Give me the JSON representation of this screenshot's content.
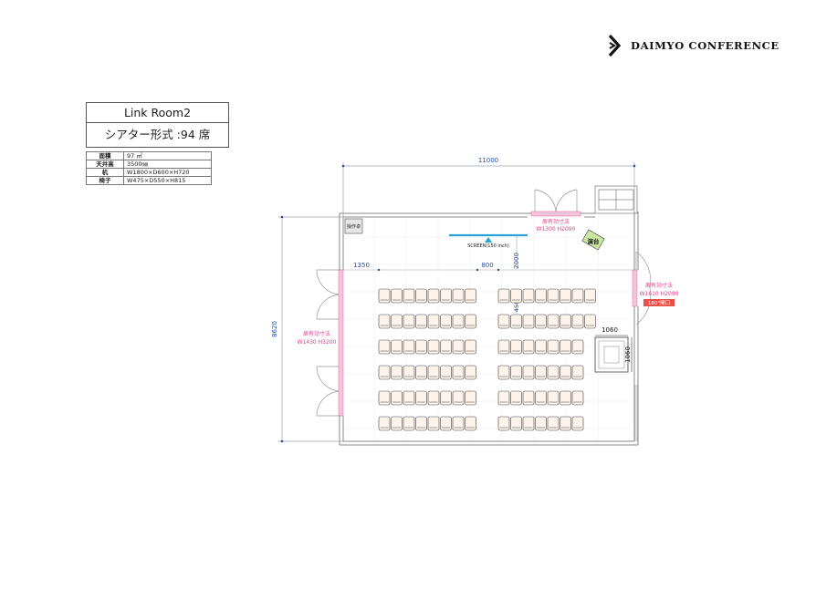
{
  "brand": {
    "name": "DAIMYO CONFERENCE"
  },
  "room": {
    "name": "Link Room2",
    "layout": "シアター形式 :94 席"
  },
  "specs": [
    {
      "key": "面積",
      "value": "97 ㎡"
    },
    {
      "key": "天井高",
      "value": "3500㎜"
    },
    {
      "key": "机",
      "value": "W1800×D600×H720"
    },
    {
      "key": "椅子",
      "value": "W475×D550×H815"
    }
  ],
  "plan": {
    "width_dim": "11000",
    "height_dim": "8620",
    "dim_1350": "1350",
    "dim_800": "800",
    "dim_2000": "2000",
    "dim_450": "450",
    "dim_1060_h": "1060",
    "dim_1060_v": "1060",
    "operator_desk": "操作卓",
    "screen_label": "SCREEN(150 inch)",
    "stage_label": "演台",
    "door_top_title": "扉有効寸法",
    "door_top_size": "W1300 H2090",
    "door_right_title": "扉有効寸法",
    "door_right_size": "W1610 H2090",
    "door_right_note": "180°開口",
    "door_left_title": "扉有効寸法",
    "door_left_size": "W1430 H3200"
  },
  "seating": {
    "rows": 6,
    "left_block_seats": 8,
    "right_block_seats": 8,
    "right_block_seats_short_rows": 7
  },
  "colors": {
    "dimension_blue": "#2b4fa0",
    "screen_cyan": "#2aa3d6",
    "door_pink": "#e0418a",
    "stage_green": "#c9e6a0",
    "chair_fill": "#fdf3ea",
    "door_note_red": "#e8504a"
  }
}
